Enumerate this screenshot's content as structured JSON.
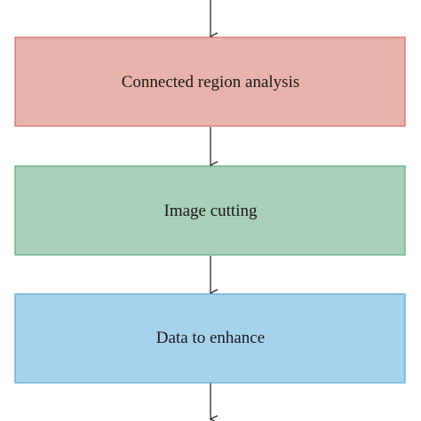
{
  "steps": [
    {
      "label": "Connected region analysis",
      "fill": "#e8b3aa",
      "stroke": "#d9676a"
    },
    {
      "label": "Image cutting",
      "fill": "#a9cfb8",
      "stroke": "#5cab79"
    },
    {
      "label": "Data to enhance",
      "fill": "#a7d2ee",
      "stroke": "#5aa6d6"
    }
  ],
  "arrow_color": "#2a2a2a"
}
